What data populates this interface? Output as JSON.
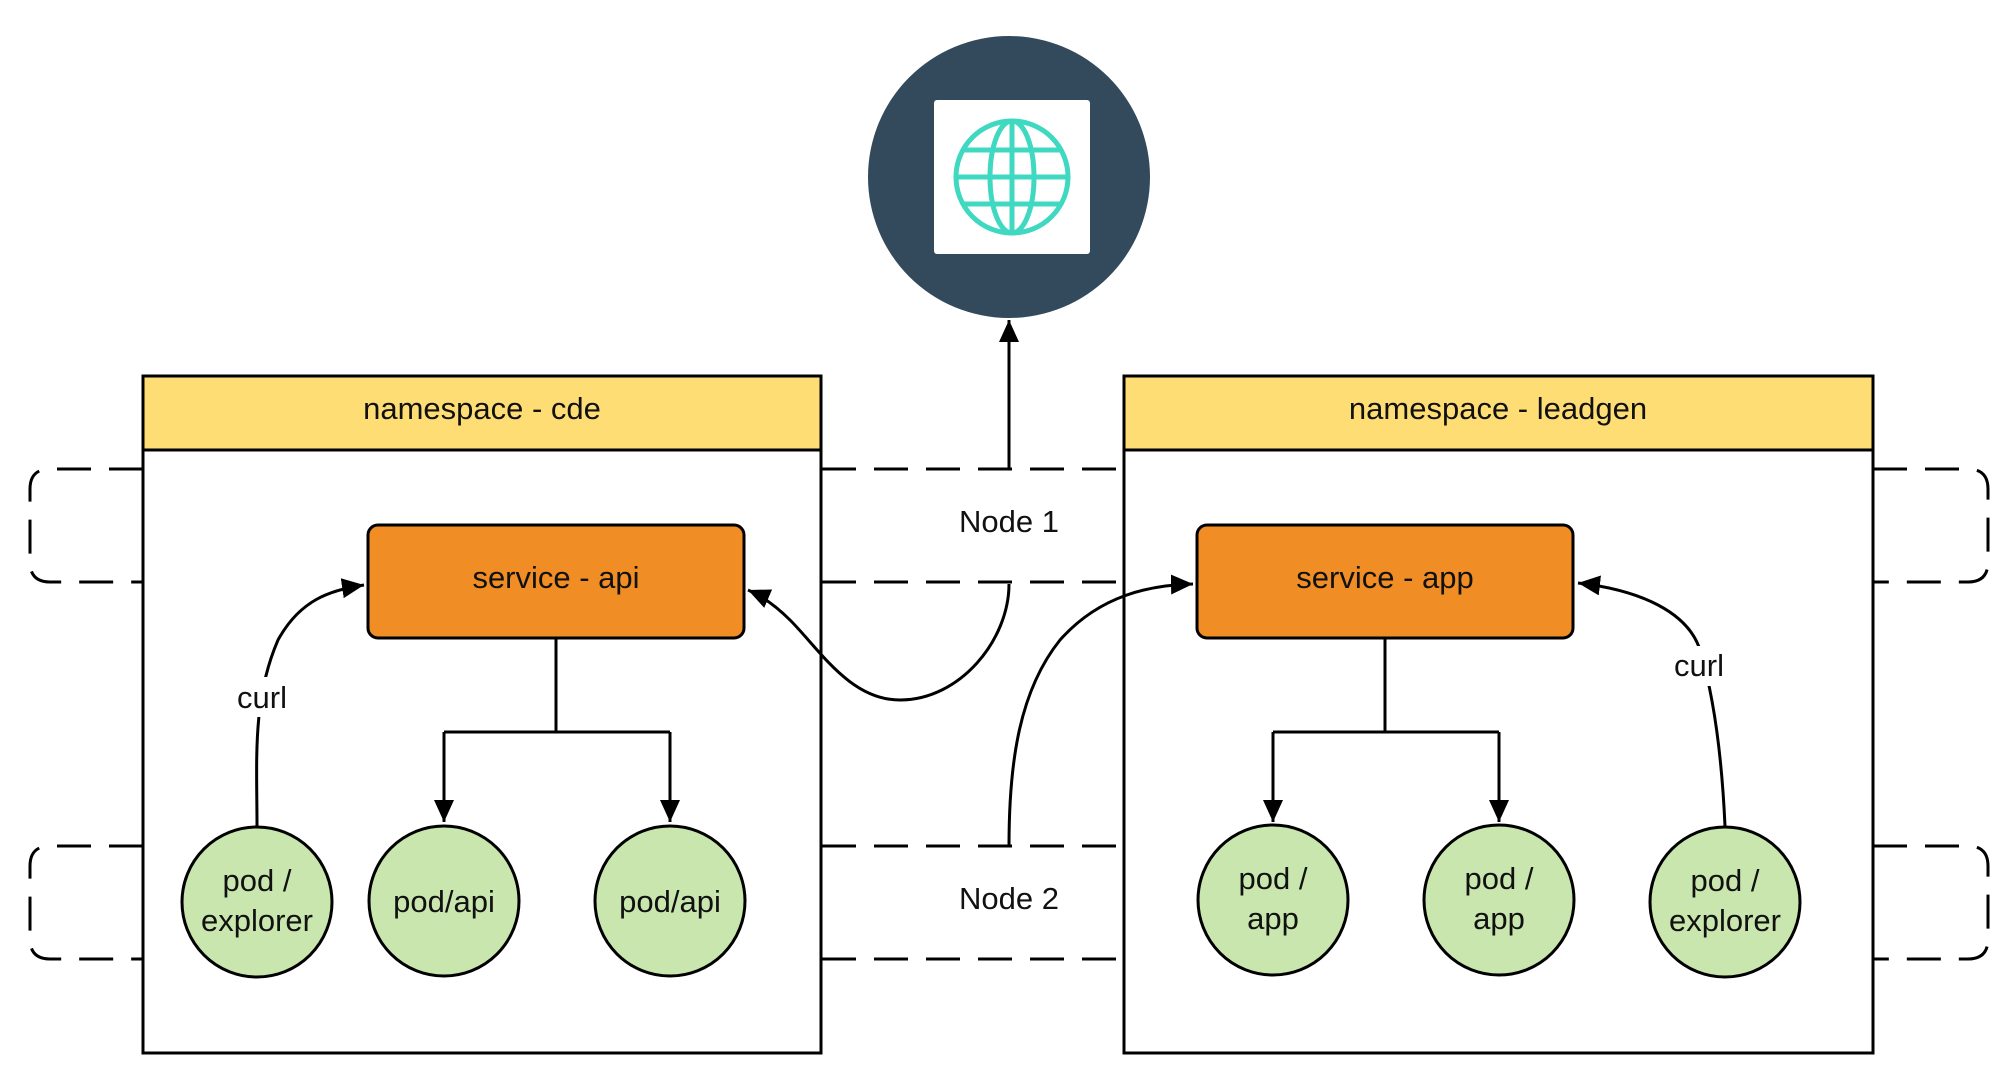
{
  "internet": {
    "icon": "globe-icon"
  },
  "nodes": {
    "node1": "Node 1",
    "node2": "Node 2"
  },
  "namespaces": {
    "cde": {
      "title": "namespace - cde",
      "service": "service - api",
      "curl": "curl",
      "pods": [
        {
          "line1": "pod /",
          "line2": "explorer"
        },
        {
          "line1": "pod/api",
          "line2": ""
        },
        {
          "line1": "pod/api",
          "line2": ""
        }
      ]
    },
    "leadgen": {
      "title": "namespace - leadgen",
      "service": "service - app",
      "curl": "curl",
      "pods": [
        {
          "line1": "pod /",
          "line2": "app"
        },
        {
          "line1": "pod /",
          "line2": "app"
        },
        {
          "line1": "pod /",
          "line2": "explorer"
        }
      ]
    }
  },
  "colors": {
    "header_fill": "#fedd75",
    "service_fill": "#f08d25",
    "pod_fill": "#c8e6ad",
    "globe_circle": "#33495c",
    "globe_stroke": "#3fd8c0",
    "stroke": "#000000"
  }
}
